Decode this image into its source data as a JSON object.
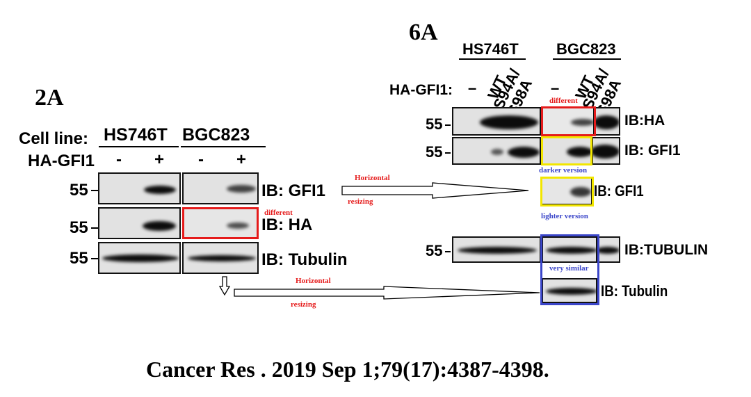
{
  "panel_2a": {
    "label": "2A",
    "cell_line_label": "Cell line:",
    "cell_line_1": "HS746T",
    "cell_line_2": "BGC823",
    "ha_label": "HA-GFI1",
    "lanes": [
      "-",
      "+",
      "-",
      "+"
    ],
    "mw": [
      "55",
      "55",
      "55"
    ],
    "ib_labels": [
      "IB: GFI1",
      "IB: HA",
      "IB: Tubulin"
    ]
  },
  "panel_6a": {
    "label": "6A",
    "cell_line_1": "HS746T",
    "cell_line_2": "BGC823",
    "ha_label": "HA-GFI1:",
    "lanes": [
      "–",
      "WT",
      "S94A/\nS98A",
      "–",
      "WT",
      "S94A/\nS98A"
    ],
    "mw": [
      "55",
      "55",
      "55"
    ],
    "ib_labels": [
      "IB:HA",
      "IB: GFI1",
      "IB:TUBULIN"
    ],
    "inset_labels": [
      "IB: GFI1",
      "IB: Tubulin"
    ]
  },
  "annotations": {
    "different_1": "different",
    "different_2": "different",
    "darker": "darker version",
    "lighter": "lighter version",
    "very_similar": "very similar",
    "horizontal_1": "Horizontal",
    "resizing_1": "resizing",
    "horizontal_2": "Horizontal",
    "resizing_2": "resizing"
  },
  "citation": "Cancer Res . 2019 Sep 1;79(17):4387-4398.",
  "colors": {
    "red": "#e51b1b",
    "yellow": "#f2e600",
    "blue": "#3b46c9"
  }
}
